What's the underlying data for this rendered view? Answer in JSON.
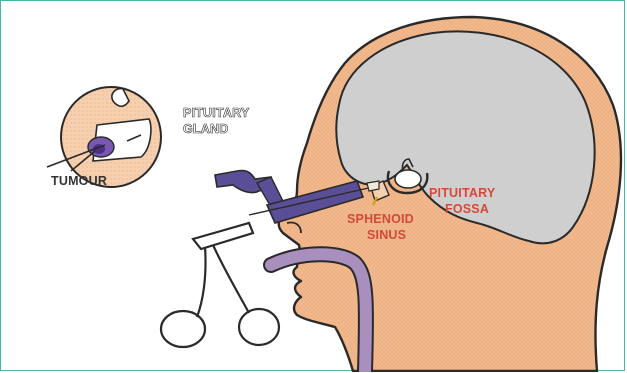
{
  "labels": {
    "pituitary_gland_line1": "PITUITARY",
    "pituitary_gland_line2": "GLAND",
    "tumour": "TUMOUR",
    "pituitary_fossa_line1": "PITUITARY",
    "pituitary_fossa_line2": "FOSSA",
    "sphenoid_sinus_line1": "SPHENOID",
    "sphenoid_sinus_line2": "SINUS"
  },
  "colors": {
    "frame_border": "#46b6a6",
    "head_fill": "#f2b98c",
    "head_outline": "#2a2a2a",
    "brain_fill": "#cfcfcf",
    "gland_label": "#ffffff",
    "fossa_label": "#d44a36",
    "sinus_label": "#d44a36",
    "tumour_label": "#333333",
    "endoscope": "#5a4e96",
    "tube": "#a88fbd",
    "tumour": "#7a58b0"
  }
}
